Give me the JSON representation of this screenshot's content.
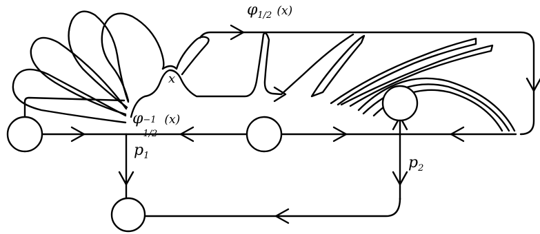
{
  "labels": {
    "phi_top": {
      "base": "φ",
      "sub": "1/2",
      "arg": "(x)"
    },
    "phi_inv": {
      "base": "φ",
      "sup": "−1",
      "sub": "1/2",
      "arg": "(x)"
    },
    "x": "x",
    "p1": {
      "base": "p",
      "sub": "1"
    },
    "p2": {
      "base": "p",
      "sub": "2"
    }
  }
}
